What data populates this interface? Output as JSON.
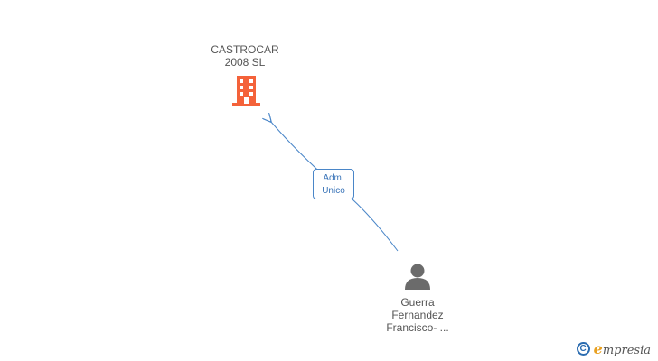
{
  "company": {
    "name_line1": "CASTROCAR",
    "name_line2": "2008 SL",
    "icon": "building-icon",
    "color": "#f4623a"
  },
  "relationship": {
    "role_line1": "Adm.",
    "role_line2": "Unico",
    "color": "#4a86c8"
  },
  "person": {
    "name_line1": "Guerra",
    "name_line2": "Fernandez",
    "name_line3": "Francisco- ...",
    "icon": "person-icon",
    "color": "#6b6b6b"
  },
  "brand": {
    "copyright_symbol": "C",
    "initial": "e",
    "name_rest": "mpresia"
  }
}
